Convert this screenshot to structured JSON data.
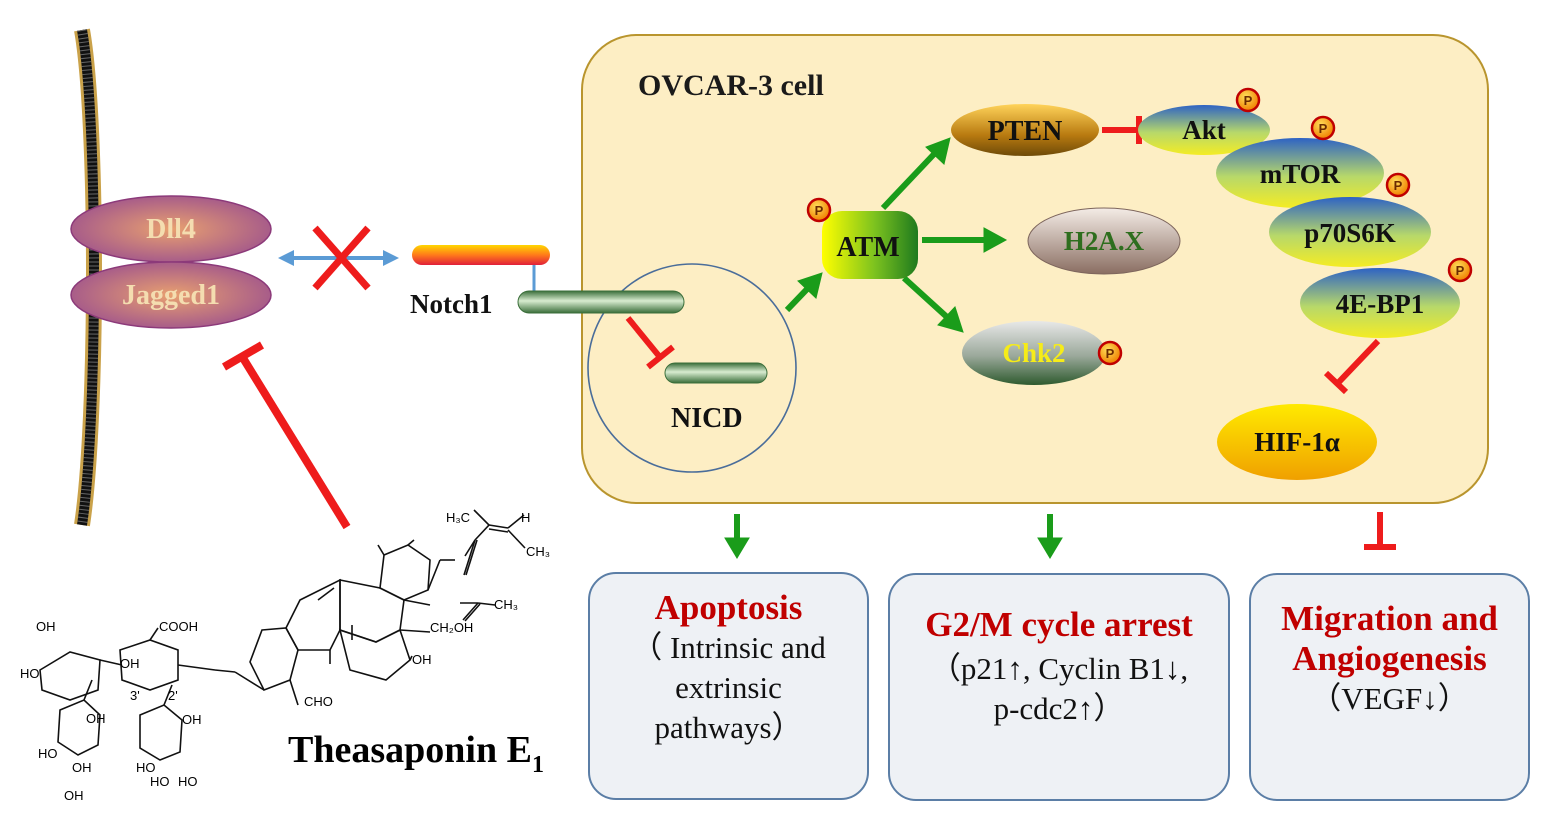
{
  "cell_label": "OVCAR-3 cell",
  "ligands": {
    "dll4": "Dll4",
    "jagged1": "Jagged1"
  },
  "receptor": {
    "notch1": "Notch1",
    "nicd": "NICD"
  },
  "nodes": {
    "atm": "ATM",
    "pten": "PTEN",
    "h2ax": "H2A.X",
    "chk2": "Chk2",
    "akt": "Akt",
    "mtor": "mTOR",
    "p70s6k": "p70S6K",
    "eibp1": "4E-BP1",
    "hif": "HIF-1α"
  },
  "phospho_badge": "P",
  "compound": {
    "name": "Theasaponin E",
    "subscript": "1"
  },
  "chem_labels": {
    "h3c": "H₃C",
    "h": "H",
    "ch3": "CH₃",
    "ch3b": "CH₃",
    "ch2oh": "CH₂OH",
    "oh_ring": "OH",
    "cho": "CHO",
    "cooh": "COOH",
    "oh1": "OH",
    "ho1": "HO",
    "oh2": "OH",
    "oh3": "OH",
    "oh4": "OH",
    "ho2": "HO",
    "ho3": "HO",
    "oh5": "OH",
    "ho4": "HO",
    "ho5": "HO",
    "oh6": "OH",
    "pos3": "3'",
    "pos2": "2'"
  },
  "outcomes": {
    "apoptosis": {
      "title": "Apoptosis",
      "detail": "（ Intrinsic and extrinsic pathways）"
    },
    "cycle": {
      "title": "G2/M cycle arrest",
      "detail": "（p21↑, Cyclin B1↓, p-cdc2↑）"
    },
    "migration": {
      "title": "Migration and Angiogenesis",
      "detail": "（VEGF↓）"
    }
  },
  "colors": {
    "activate": "#1a9c1a",
    "inhibit": "#ee1c1c",
    "outcome_title": "#c00000",
    "cell_fill": "#fdeec4"
  }
}
